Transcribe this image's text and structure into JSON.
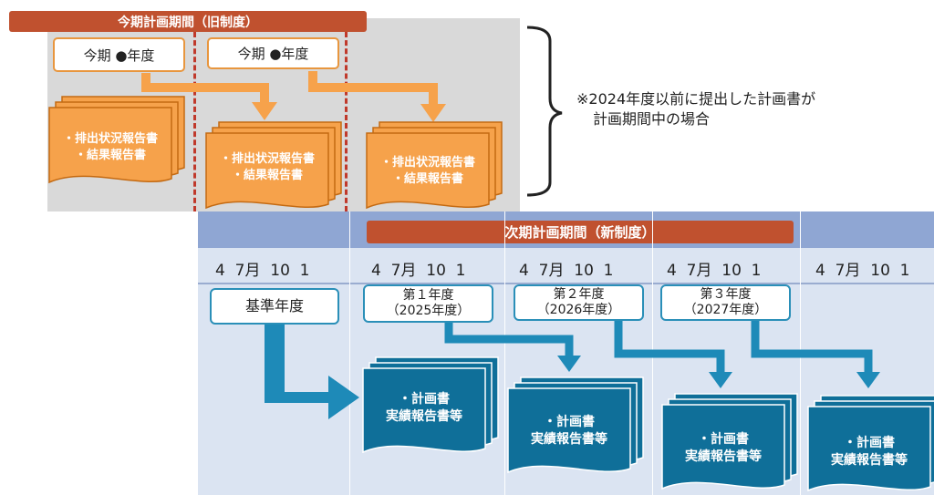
{
  "old_period": {
    "title": "今期計画期間（旧制度）",
    "year_labels": [
      "今期 ●年度",
      "今期 ●年度"
    ],
    "doc_lines": [
      "・排出状況報告書",
      "・結果報告書"
    ]
  },
  "note": {
    "line1": "※2024年度以前に提出した計画書が",
    "line2": "計画期間中の場合"
  },
  "new_period": {
    "title": "次期計画期間（新制度）",
    "months": [
      "4  7月  10  1",
      "4  7月  10  1",
      "4  7月  10  1",
      "4  7月  10  1",
      "4  7月  10  1"
    ],
    "base_year": "基準年度",
    "years": [
      {
        "line1": "第１年度",
        "line2": "（2025年度）"
      },
      {
        "line1": "第２年度",
        "line2": "（2026年度）"
      },
      {
        "line1": "第３年度",
        "line2": "（2027年度）"
      }
    ],
    "doc_lines": [
      "・計画書",
      "実績報告書等"
    ]
  },
  "colors": {
    "orange": "#f6a24b",
    "orange_stroke": "#c46a12",
    "blue": "#0f6f99",
    "blue_arrow": "#1e8ab8",
    "red_bar": "#c0512f"
  }
}
